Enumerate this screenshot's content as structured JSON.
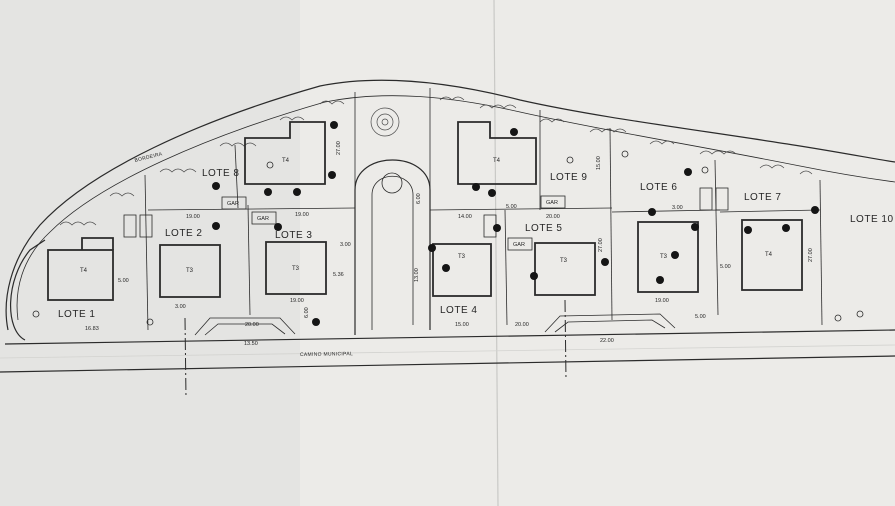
{
  "plan": {
    "road_label": "CAMINO MUNICIPAL",
    "ridge_label": "BORDEIRA",
    "lots": [
      {
        "id": "lote1",
        "label": "LOTE 1",
        "house": "T4"
      },
      {
        "id": "lote2",
        "label": "LOTE 2",
        "house": "T3"
      },
      {
        "id": "lote3",
        "label": "LOTE 3",
        "house": "T3"
      },
      {
        "id": "lote4",
        "label": "LOTE 4",
        "house": "T3"
      },
      {
        "id": "lote5",
        "label": "LOTE 5",
        "house": "T3"
      },
      {
        "id": "lote6",
        "label": "LOTE 6",
        "house": "T3"
      },
      {
        "id": "lote7",
        "label": "LOTE 7",
        "house": "T4"
      },
      {
        "id": "lote8",
        "label": "LOTE 8",
        "house": "T4"
      },
      {
        "id": "lote9",
        "label": "LOTE 9",
        "house": "T4"
      },
      {
        "id": "lote10",
        "label": "LOTE 10",
        "house": ""
      }
    ],
    "garages": [
      "GAR",
      "GAR",
      "GAR",
      "GAR"
    ],
    "dims": {
      "d1": "16.83",
      "d2": "3.00",
      "d3": "19.00",
      "d4": "19.00",
      "d5": "20.00",
      "d6": "27.00",
      "d7": "13.50",
      "d8": "15.00",
      "d9": "20.00",
      "d10": "22.00",
      "d11": "5.00",
      "d12": "19.00",
      "d13": "6.00",
      "d14": "5.36",
      "d15": "3.00",
      "d16": "14.00",
      "d17": "5.00",
      "d18": "20.00",
      "d19": "15.00",
      "d20": "27.00",
      "d21": "3.00",
      "d22": "19.00",
      "d23": "5.00",
      "d24": "27.00",
      "d25": "13.00",
      "d26": "6.00",
      "d27": "5.00"
    }
  }
}
